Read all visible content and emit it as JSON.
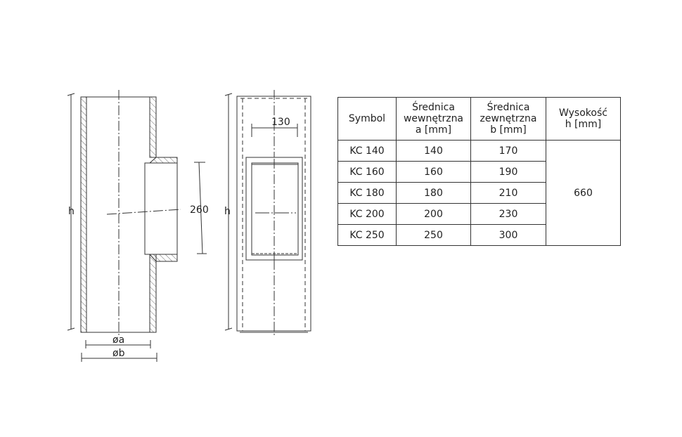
{
  "drawing": {
    "left_view": {
      "height_label": "h",
      "branch_dimension": "260",
      "inner_diameter_label": "øa",
      "outer_diameter_label": "øb"
    },
    "right_view": {
      "height_label": "h",
      "opening_width": "130"
    }
  },
  "table": {
    "headers": [
      {
        "lines": [
          "Symbol"
        ]
      },
      {
        "lines": [
          "Średnica",
          "wewnętrzna",
          "a [mm]"
        ]
      },
      {
        "lines": [
          "Średnica",
          "zewnętrzna",
          "b [mm]"
        ]
      },
      {
        "lines": [
          "Wysokość",
          "h [mm]"
        ]
      }
    ],
    "rows": [
      {
        "symbol": "KC 140",
        "a": "140",
        "b": "170"
      },
      {
        "symbol": "KC 160",
        "a": "160",
        "b": "190"
      },
      {
        "symbol": "KC 180",
        "a": "180",
        "b": "210"
      },
      {
        "symbol": "KC 200",
        "a": "200",
        "b": "230"
      },
      {
        "symbol": "KC 250",
        "a": "250",
        "b": "300"
      }
    ],
    "height_value": "660"
  }
}
